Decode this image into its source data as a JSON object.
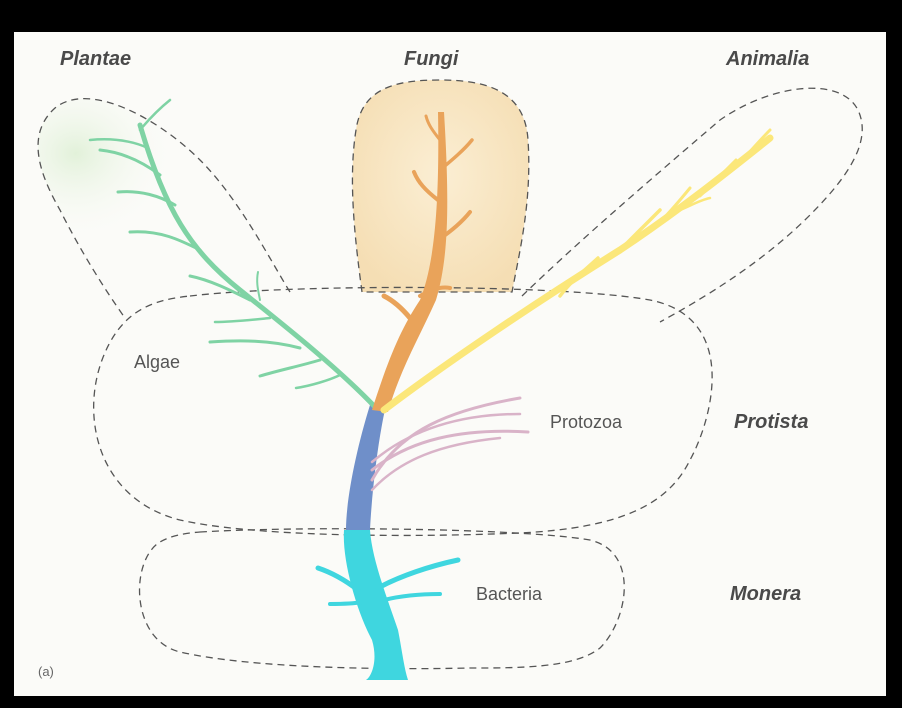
{
  "kingdoms": {
    "plantae": "Plantae",
    "fungi": "Fungi",
    "animalia": "Animalia",
    "protista": "Protista",
    "monera": "Monera"
  },
  "groups": {
    "algae": "Algae",
    "protozoa": "Protozoa",
    "bacteria": "Bacteria"
  },
  "panel_label": "(a)",
  "colors": {
    "plantae_branch": "#7fd3a4",
    "fungi_branch": "#e9a35a",
    "fungi_fill": "#f8e3b9",
    "animalia_branch": "#fbe77a",
    "protozoa_branch": "#d9b3c8",
    "protista_trunk": "#6f8fc9",
    "monera_trunk": "#3fd6df"
  }
}
